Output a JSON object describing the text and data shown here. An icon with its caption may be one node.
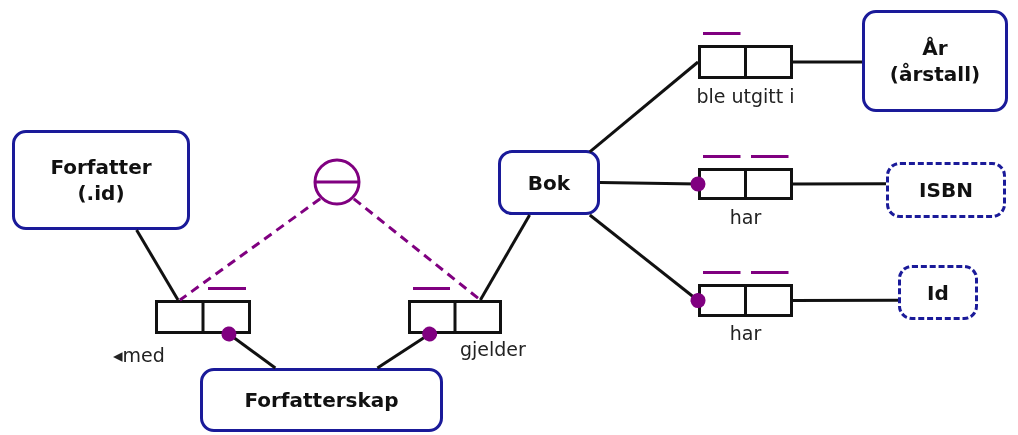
{
  "diagram": {
    "nodes": [
      {
        "text": [
          "Forfatter (.id)"
        ]
      },
      {
        "text": [
          "Forfatterskap"
        ]
      },
      {
        "text": [
          "Bok"
        ]
      },
      {
        "text": [
          "År (årstall)"
        ]
      },
      {
        "text": [
          "ISBN"
        ]
      },
      {
        "text": [
          "Id"
        ]
      },
      {
        "text": [],
        "shape": "circle"
      },
      {
        "text": [],
        "shape": "box",
        "beside": [
          "◂med"
        ]
      },
      {
        "text": [],
        "shape": "box",
        "beside": [
          "gjelder"
        ]
      },
      {
        "text": [],
        "shape": "box",
        "beside": [
          "ble utgitt i"
        ]
      },
      {
        "text": [],
        "shape": "box",
        "beside": [
          "har"
        ]
      },
      {
        "text": [],
        "shape": "box",
        "beside": [
          "har"
        ]
      }
    ],
    "edges": [
      {
        "from": 0,
        "to": 7,
        "arrow": "none"
      },
      {
        "from": 1,
        "to": 7,
        "arrow": "other"
      },
      {
        "from": 1,
        "to": 8,
        "arrow": "other"
      },
      {
        "from": 8,
        "to": 2,
        "arrow": "none"
      },
      {
        "from": 6,
        "to": 7,
        "arrow": "none",
        "style": "dashed",
        "color": "#800080"
      },
      {
        "from": 6,
        "to": 8,
        "arrow": "none",
        "style": "dashed",
        "color": "#800080"
      },
      {
        "from": 2,
        "to": 9,
        "arrow": "none"
      },
      {
        "from": 9,
        "to": 3,
        "arrow": "none"
      },
      {
        "from": 2,
        "to": 10,
        "arrow": "other"
      },
      {
        "from": 10,
        "to": 4,
        "arrow": "none"
      },
      {
        "from": 2,
        "to": 11,
        "arrow": "other"
      },
      {
        "from": 11,
        "to": 5,
        "arrow": "none"
      }
    ]
  }
}
